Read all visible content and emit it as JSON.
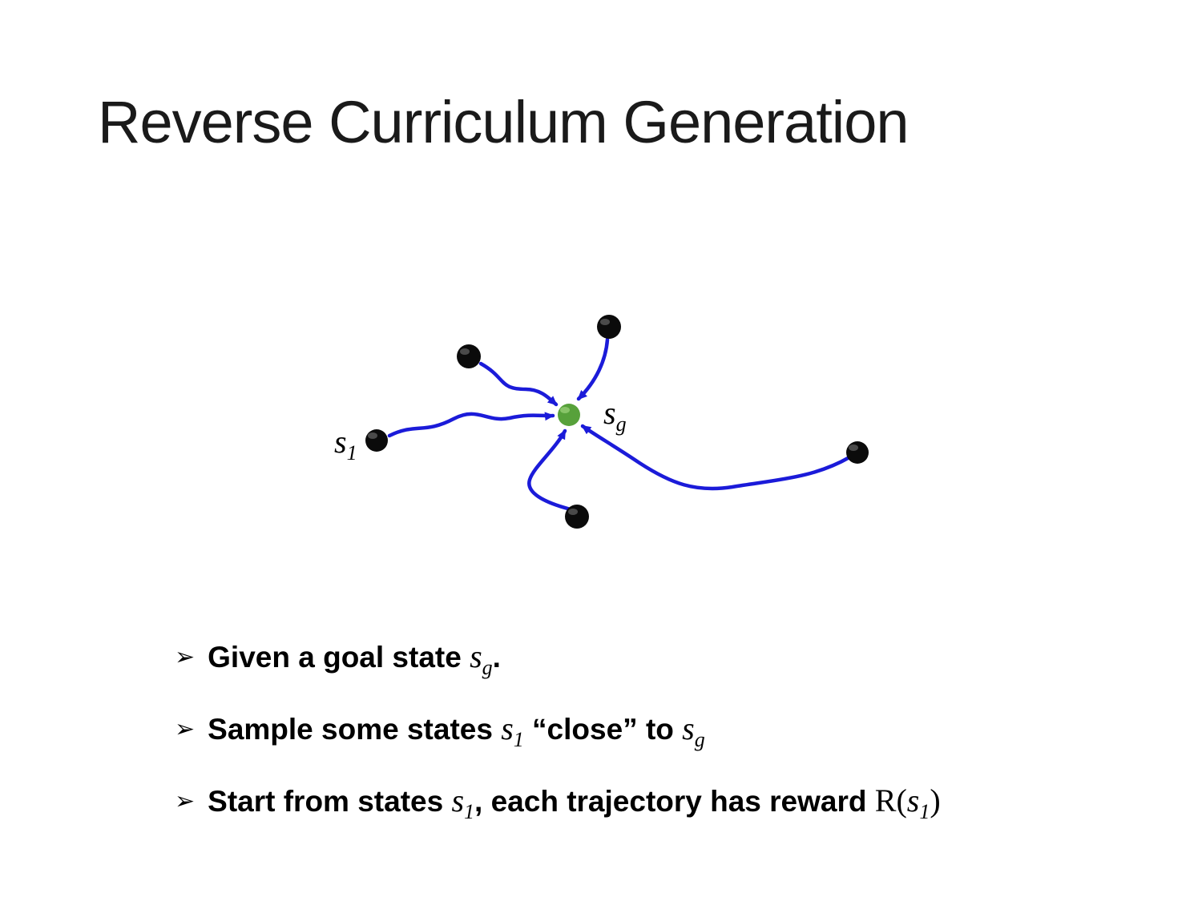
{
  "slide": {
    "title": "Reverse Curriculum Generation"
  },
  "diagram": {
    "goal_label": {
      "base": "s",
      "sub": "g"
    },
    "start_label": {
      "base": "s",
      "sub": "1"
    },
    "colors": {
      "trajectory": "#1b1bd9",
      "goal": "#57a13b",
      "state": "#0b0b0b"
    }
  },
  "bullets": {
    "marker": "➢",
    "b1": {
      "pre": "Given a goal state ",
      "m1": "s",
      "m1sub": "g",
      "post": "."
    },
    "b2": {
      "pre": "Sample some states ",
      "m1": "s",
      "m1sub": "1",
      "mid": " “close” to ",
      "m2": "s",
      "m2sub": "g"
    },
    "b3": {
      "pre": "Start from states ",
      "m1": "s",
      "m1sub": "1",
      "mid": ", each trajectory has reward ",
      "fn": "R(",
      "m2": "s",
      "m2sub": "1",
      "close": ")"
    }
  }
}
